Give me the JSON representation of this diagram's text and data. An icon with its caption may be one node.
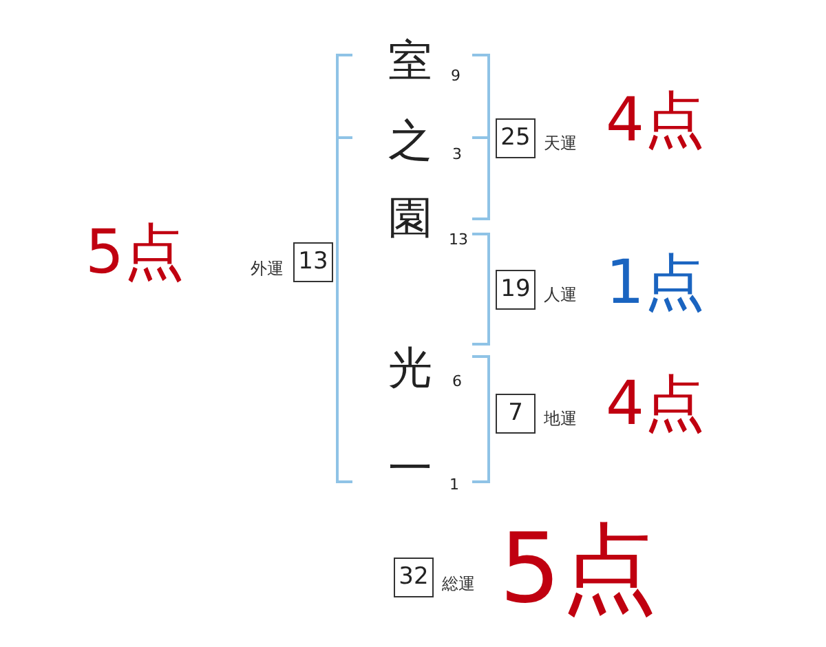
{
  "diagram": {
    "nodes": [
      {
        "text": [
          "25"
        ],
        "beside": [
          "天運",
          "4点"
        ]
      },
      {
        "text": [
          "13"
        ],
        "beside": [
          "5点",
          "外運"
        ]
      },
      {
        "text": [
          "19"
        ],
        "beside": [
          "人運",
          "1点"
        ]
      },
      {
        "text": [
          "7"
        ],
        "beside": [
          "地運",
          "4点"
        ]
      },
      {
        "text": [
          "32"
        ],
        "beside": [
          "総運",
          "5点"
        ]
      }
    ],
    "labels": [
      "室",
      "9",
      "之",
      "3",
      "園",
      "13",
      "光",
      "6",
      "一",
      "1"
    ]
  }
}
